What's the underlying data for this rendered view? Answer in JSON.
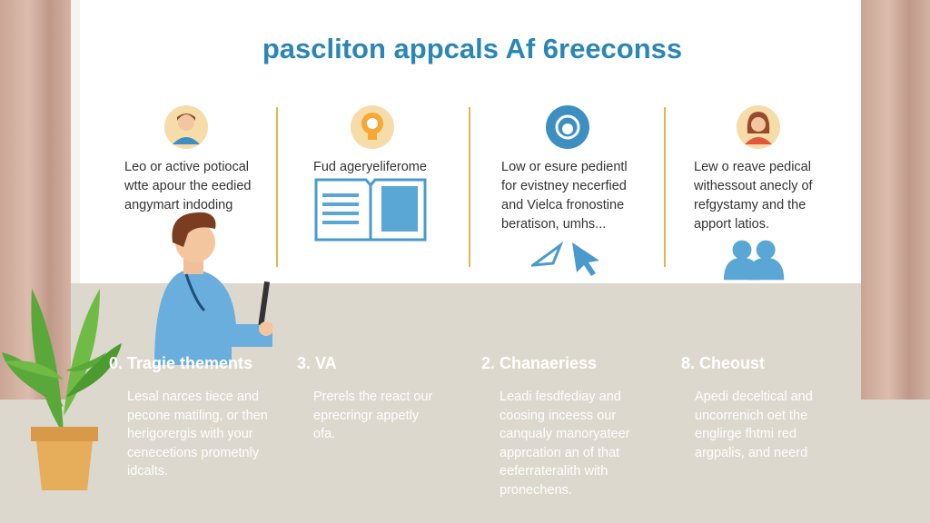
{
  "title": "pascliton appcals Af 6reeconss",
  "top_items": [
    {
      "icon": "person-avatar-icon",
      "lines": [
        "Leo or active potiocal",
        "wtte apour the eedied",
        "angymart indoding"
      ]
    },
    {
      "icon": "lightbulb-icon",
      "lines": [
        "Fud ageryeliferome"
      ]
    },
    {
      "icon": "headset-icon",
      "lines": [
        "Low or esure pedientl",
        "for evistney necerfied",
        "and Vielca fronostine",
        "beratison, umhs..."
      ]
    },
    {
      "icon": "woman-avatar-icon",
      "lines": [
        "Lew o reave pedical",
        "withessout anecly of",
        "refgystamy and the",
        "apport    latios."
      ]
    }
  ],
  "bottom_items": [
    {
      "heading": "0. Tragie thements",
      "lines": [
        "Lesal narces tiece and",
        "pecone matiling, or then",
        "herigorergis with your",
        "cenecetions prometnly",
        "idcalts."
      ]
    },
    {
      "heading": "3. VA",
      "lines": [
        "Prerels the react our",
        "eprecringr appetly",
        "ofa."
      ]
    },
    {
      "heading": "2. Chanaeriess",
      "lines": [
        "Leadi fesdfediay and",
        "coosing inceess our",
        "canqualy manoryateer",
        "apprcation an of that",
        "eeferrateralith with",
        "pronechens."
      ]
    },
    {
      "heading": "8. Cheoust",
      "lines": [
        "Apedi deceltical and",
        "uncorrenich oet the",
        "englirge fhtmi red",
        "argpalis, and neerd"
      ]
    }
  ],
  "colors": {
    "accent": "#2b86b6",
    "divider": "#e2b552",
    "curtain": "#c9a595"
  }
}
